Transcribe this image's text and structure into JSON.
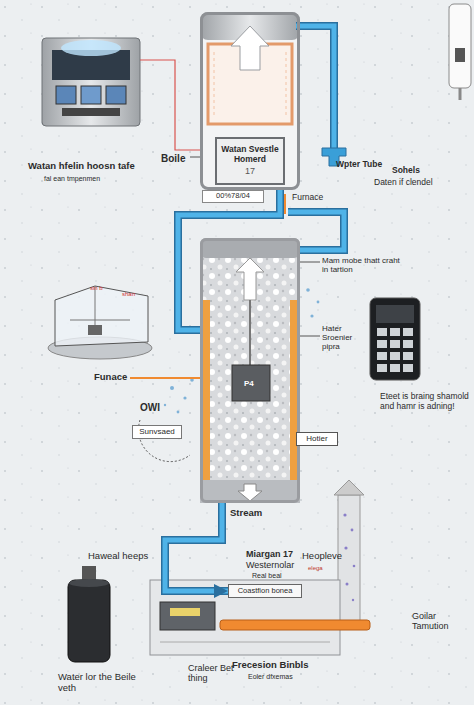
{
  "diagram": {
    "nodes": [
      {
        "text": [
          "Boile"
        ]
      },
      {
        "text": [
          "Watan Svestle Homerd",
          "17"
        ],
        "in": 0
      },
      {
        "text": [
          "00%78/04"
        ]
      },
      {
        "text": [
          "P4"
        ]
      },
      {
        "text": [
          "Sunvsaed"
        ]
      },
      {
        "text": [
          "Hotier"
        ]
      },
      {
        "text": [
          "Coastfion bonea"
        ]
      }
    ],
    "edges": [
      {
        "from": 0,
        "to": 3,
        "arrow": "none"
      },
      {
        "from": 3,
        "to": 6,
        "arrow": "to"
      }
    ],
    "labels": [
      "Watan hfelin hoosn tafe",
      "fal ean tmpenmen",
      "Wpter Tube",
      "Sohels",
      "Daten if clendel",
      "Furnace",
      "Mam mobe thatt craht in tartion",
      "Funace",
      "Hater Sroenier pipra",
      "OWI",
      "Eteet is braing shamold and hamr is adning!",
      "Stream",
      "Haweal heeps",
      "Miargan 17",
      "Westernolar",
      "Real beal",
      "Heopleve",
      "elega",
      "Goilar Tamution",
      "Water lor the Beile veth",
      "Craleer Bet thing",
      "Frecesion Binbls",
      "Eoler dfxemas",
      "sin b",
      "shan"
    ]
  }
}
